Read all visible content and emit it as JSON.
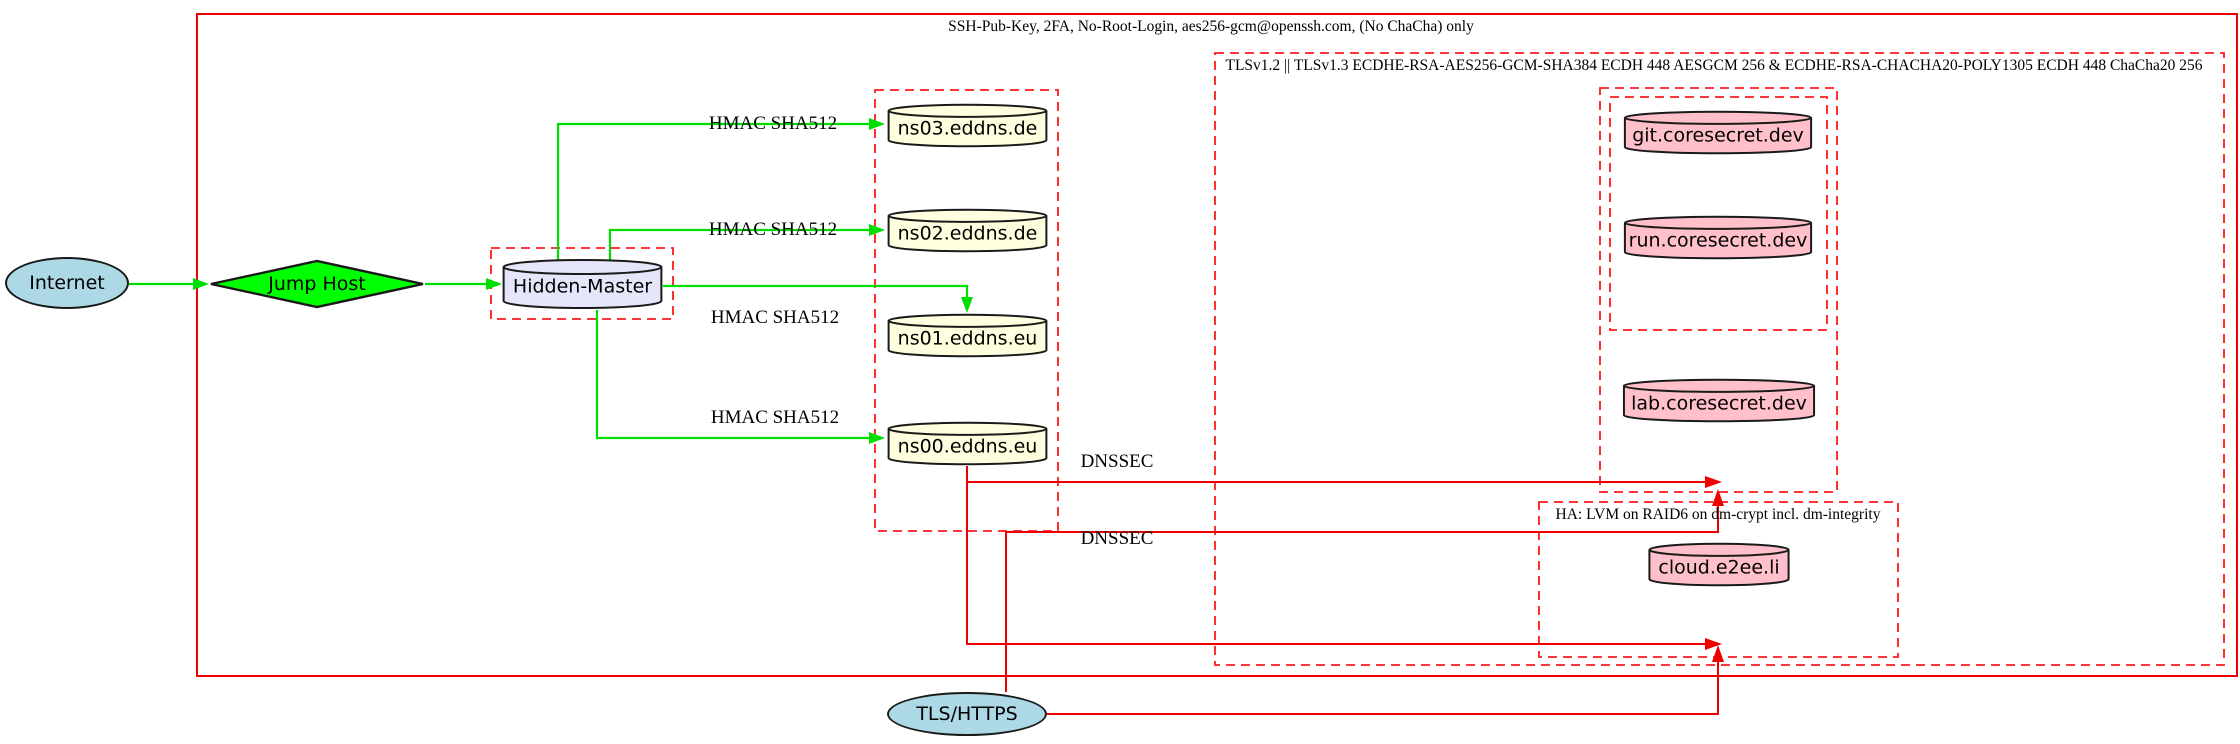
{
  "title": "DNS / hosting security architecture diagram",
  "clusters": {
    "ssh": {
      "label": "SSH-Pub-Key, 2FA, No-Root-Login, aes256-gcm@openssh.com, (No ChaCha) only"
    },
    "tls": {
      "label": "TLSv1.2 || TLSv1.3 ECDHE-RSA-AES256-GCM-SHA384 ECDH 448 AESGCM 256 & ECDHE-RSA-CHACHA20-POLY1305 ECDH 448 ChaCha20 256"
    },
    "ha": {
      "label": "HA: LVM on RAID6 on dm-crypt incl. dm-integrity"
    }
  },
  "nodes": {
    "internet": "Internet",
    "jump_host": "Jump Host",
    "hidden_master": "Hidden-Master",
    "ns03": "ns03.eddns.de",
    "ns02": "ns02.eddns.de",
    "ns01": "ns01.eddns.eu",
    "ns00": "ns00.eddns.eu",
    "git": "git.coresecret.dev",
    "run": "run.coresecret.dev",
    "lab": "lab.coresecret.dev",
    "cloud": "cloud.e2ee.li",
    "tls_https": "TLS/HTTPS"
  },
  "edge_labels": {
    "hmac_sha512": "HMAC SHA512",
    "dnssec": "DNSSEC"
  },
  "edges": [
    {
      "from": "Internet",
      "to": "Jump Host",
      "color": "green"
    },
    {
      "from": "Jump Host",
      "to": "Hidden-Master",
      "color": "green"
    },
    {
      "from": "Hidden-Master",
      "to": "ns03.eddns.de",
      "label": "HMAC SHA512",
      "color": "green"
    },
    {
      "from": "Hidden-Master",
      "to": "ns02.eddns.de",
      "label": "HMAC SHA512",
      "color": "green"
    },
    {
      "from": "Hidden-Master",
      "to": "ns01.eddns.eu",
      "label": "HMAC SHA512",
      "color": "green"
    },
    {
      "from": "Hidden-Master",
      "to": "ns00.eddns.eu",
      "label": "HMAC SHA512",
      "color": "green"
    },
    {
      "from": "ns00.eddns.eu",
      "to": "coresecret cluster",
      "label": "DNSSEC",
      "color": "red"
    },
    {
      "from": "ns00.eddns.eu",
      "to": "HA cluster",
      "label": "DNSSEC",
      "color": "red"
    },
    {
      "from": "TLS/HTTPS",
      "to": "coresecret cluster",
      "color": "red"
    },
    {
      "from": "TLS/HTTPS",
      "to": "HA cluster",
      "color": "red"
    }
  ],
  "colors": {
    "cluster_border_red": "#ee0000",
    "edge_green": "#00dd00",
    "diamond_green": "#00ff00",
    "node_lightblue": "#add8e6",
    "node_lavender": "#e6e6fa",
    "node_lightyellow": "#ffffe0",
    "node_pink": "#ffc0cb"
  }
}
